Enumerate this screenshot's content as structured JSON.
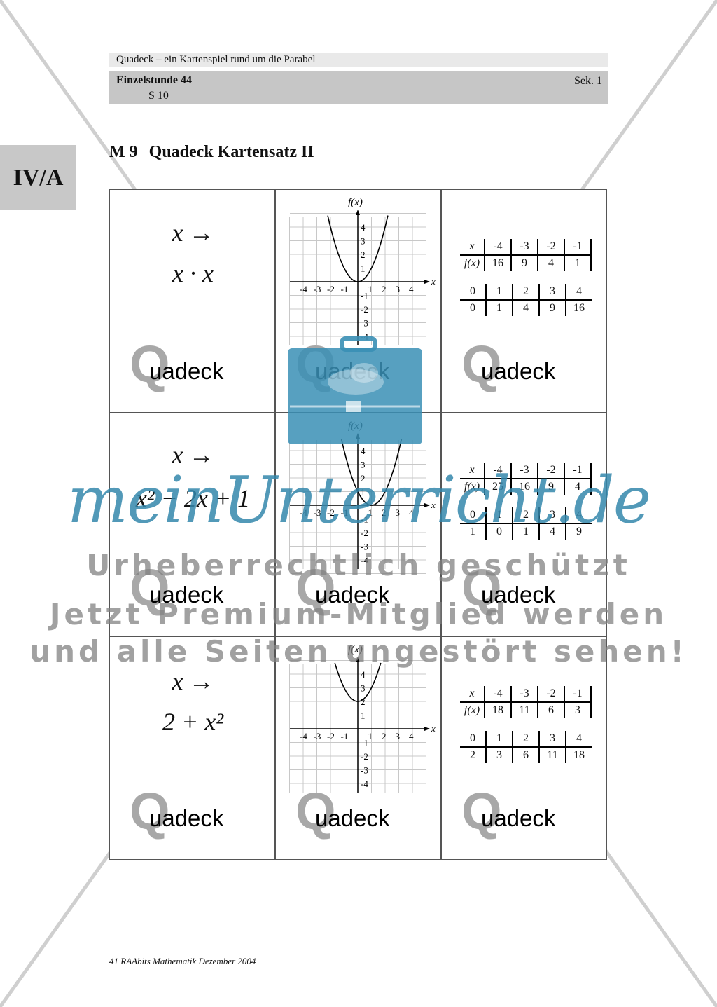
{
  "header": {
    "series_title": "Quadeck – ein Kartenspiel rund um die Parabel",
    "lesson": "Einzelstunde 44",
    "level": "Sek. 1",
    "code": "S 10"
  },
  "side_tab": "IV/A",
  "section": {
    "number": "M 9",
    "title": "Quadeck Kartensatz II"
  },
  "brand": {
    "letter": "Q",
    "word": "uadeck"
  },
  "graph_labels": {
    "y_axis": "f(x)",
    "x_axis": "x",
    "x_ticks": [
      "-4",
      "-3",
      "-2",
      "-1",
      "1",
      "2",
      "3",
      "4"
    ],
    "y_ticks": [
      "4",
      "3",
      "2",
      "1",
      "-1",
      "-2",
      "-3",
      "-4"
    ]
  },
  "table_labels": {
    "x": "x",
    "fx": "f(x)"
  },
  "cards": [
    {
      "formula_top": "x",
      "formula_bottom": "x · x",
      "graph": {
        "function": "x^2",
        "shift_x": 0,
        "shift_y": 0
      },
      "table": {
        "x_neg": [
          "-4",
          "-3",
          "-2",
          "-1"
        ],
        "f_neg": [
          "16",
          "9",
          "4",
          "1"
        ],
        "x_pos": [
          "0",
          "1",
          "2",
          "3",
          "4"
        ],
        "f_pos": [
          "0",
          "1",
          "4",
          "9",
          "16"
        ]
      }
    },
    {
      "formula_top": "x",
      "formula_bottom": "x² − 2x + 1",
      "graph": {
        "function": "(x-1)^2",
        "shift_x": 1,
        "shift_y": 0
      },
      "table": {
        "x_neg": [
          "-4",
          "-3",
          "-2",
          "-1"
        ],
        "f_neg": [
          "25",
          "16",
          "9",
          "4"
        ],
        "x_pos": [
          "0",
          "1",
          "2",
          "3",
          "4"
        ],
        "f_pos": [
          "1",
          "0",
          "1",
          "4",
          "9"
        ]
      }
    },
    {
      "formula_top": "x",
      "formula_bottom": "2 + x²",
      "graph": {
        "function": "x^2+2",
        "shift_x": 0,
        "shift_y": 2
      },
      "table": {
        "x_neg": [
          "-4",
          "-3",
          "-2",
          "-1"
        ],
        "f_neg": [
          "18",
          "11",
          "6",
          "3"
        ],
        "x_pos": [
          "0",
          "1",
          "2",
          "3",
          "4"
        ],
        "f_pos": [
          "2",
          "3",
          "6",
          "11",
          "18"
        ]
      }
    }
  ],
  "footer": "41 RAAbits Mathematik Dezember 2004",
  "watermark": {
    "logo": "meinUnterricht.de",
    "line1": "Urheberrechtlich geschützt",
    "line2": "Jetzt Premium-Mitglied werden",
    "line3": "und alle Seiten ungestört sehen!"
  },
  "colors": {
    "watermark_blue": "#3a8fb5",
    "header_gray": "#c6c6c6",
    "tab_gray": "#c8c8c8",
    "brand_gray": "#a8a8a8"
  }
}
